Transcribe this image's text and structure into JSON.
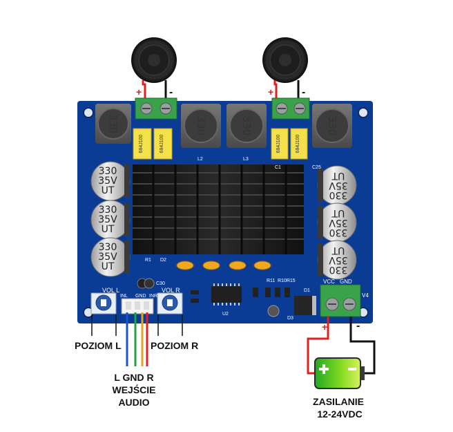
{
  "labels": {
    "poziom_l": "POZIOM L",
    "poziom_r": "POZIOM R",
    "input_pins": "L GND R",
    "input_title_1": "WEJŚCIE",
    "input_title_2": "AUDIO",
    "power_title": "ZASILANIE",
    "power_range": "12-24VDC"
  },
  "silkscreen": {
    "vol_l": "VOL L",
    "vol_r": "VOL R",
    "inl": "INL",
    "gnd": "GND",
    "inr": "INR",
    "vcc": "VCC",
    "gnd2": "GND",
    "c30": "C30",
    "u2": "U2",
    "v4": "V4",
    "d1": "D1",
    "d3": "D3",
    "r11": "R11",
    "r10r15": "R10R15",
    "l2": "L2",
    "l3": "L3",
    "c1": "C1",
    "c25": "C25",
    "r1": "R1",
    "d2": "D2"
  },
  "polarity": {
    "plus": "+",
    "minus": "-"
  },
  "inductor_marking": "330",
  "capacitor_marking": {
    "line1": "330",
    "line2": "35V",
    "line3": "UT"
  },
  "film_cap_marking": "684J100",
  "colors": {
    "pcb": "#0a3c96",
    "heatsink": "#1a1a1a",
    "terminal": "#3aa24a",
    "film_cap": "#f4e04a",
    "wire_red": "#e0201c",
    "wire_black": "#111111",
    "wire_blue": "#1a4fd0",
    "wire_orange": "#e8a020",
    "wire_green": "#20a040"
  },
  "icons": [
    "speaker-icon",
    "battery-icon"
  ]
}
